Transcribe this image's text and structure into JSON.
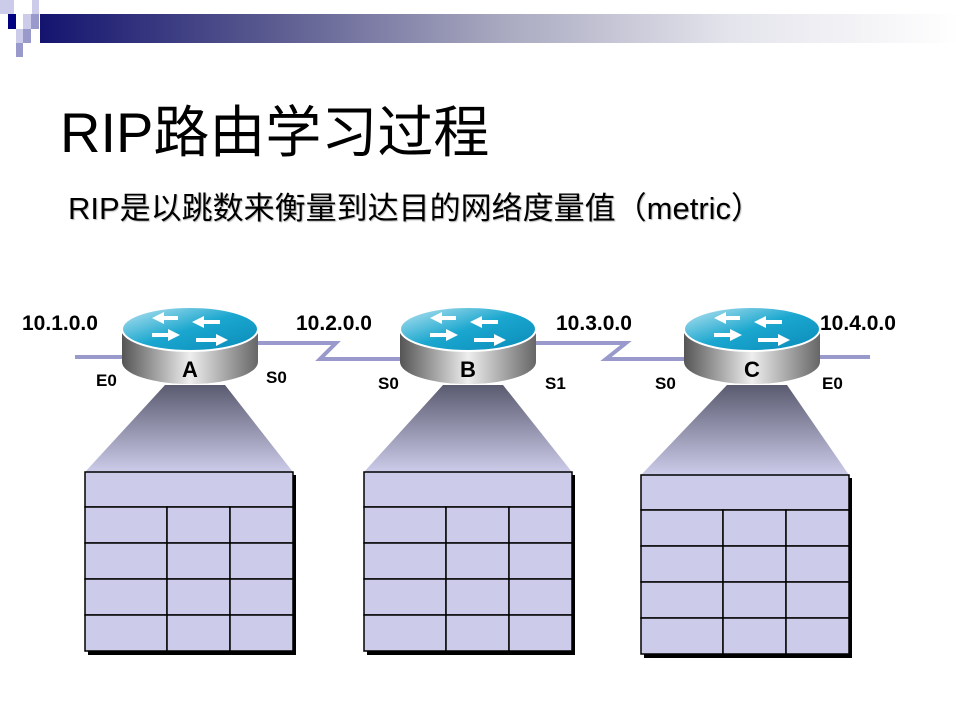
{
  "title": "RIP路由学习过程",
  "subtitle": "RIP是以跳数来衡量到达目的网络度量值（metric）",
  "networks": [
    "10.1.0.0",
    "10.2.0.0",
    "10.3.0.0",
    "10.4.0.0"
  ],
  "routers": [
    {
      "name": "A",
      "left_if": "E0",
      "right_if": "S0"
    },
    {
      "name": "B",
      "left_if": "S0",
      "right_if": "S1"
    },
    {
      "name": "C",
      "left_if": "S0",
      "right_if": "E0"
    }
  ],
  "colors": {
    "accent": "#141470",
    "table": "#ccccea",
    "link": "#9999cc",
    "router_top": "#1aa7cf"
  }
}
